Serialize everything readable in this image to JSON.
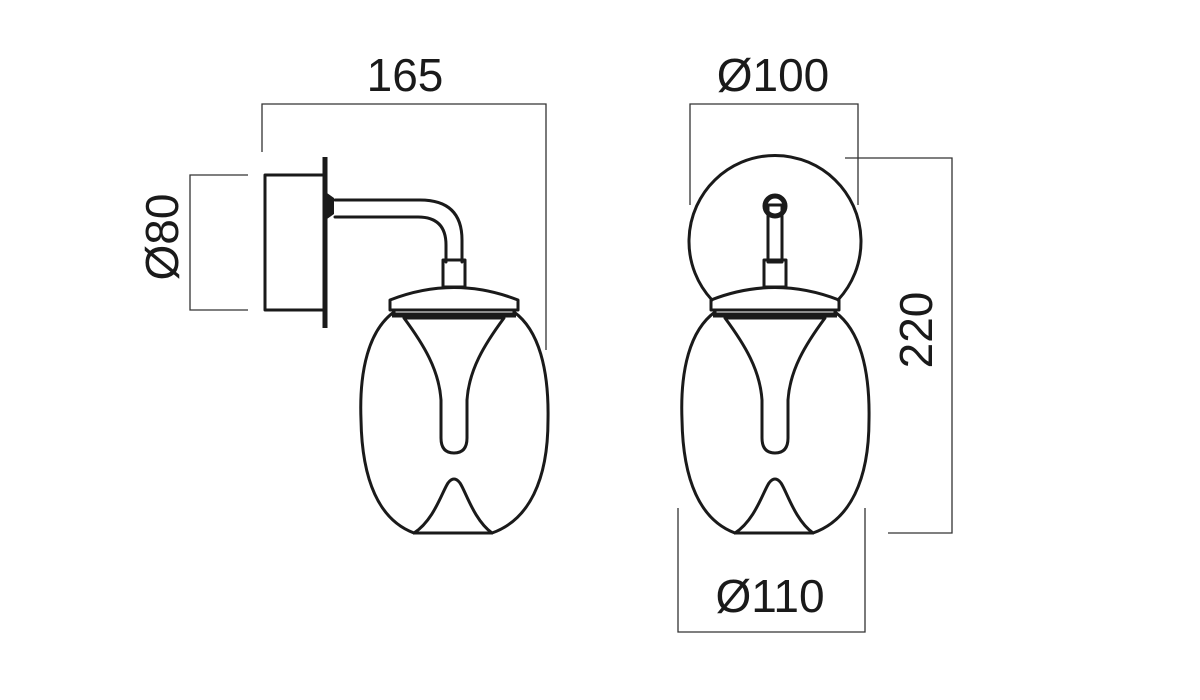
{
  "title": "Wall lamp dimension drawing",
  "dimensions": {
    "width_side": "165",
    "backplate_diameter": "Ø80",
    "canopy_diameter": "Ø100",
    "height": "220",
    "glass_diameter": "Ø110"
  },
  "colors": {
    "line": "#1a1a1a",
    "background": "#ffffff"
  }
}
